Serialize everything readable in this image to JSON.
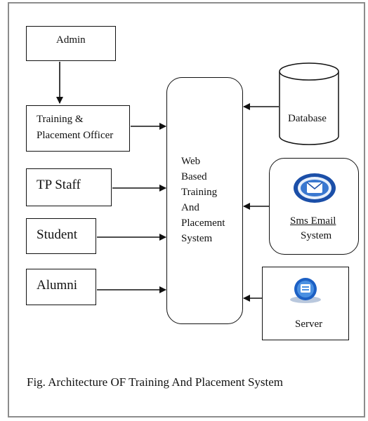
{
  "actors": {
    "admin": "Admin",
    "tpo_line1": "Training &",
    "tpo_line2": "Placement Officer",
    "tp_staff": "TP Staff",
    "student": "Student",
    "alumni": "Alumni"
  },
  "system": {
    "line1": "Web",
    "line2": "Based",
    "line3": "Training",
    "line4": "And",
    "line5": "Placement",
    "line6": "System"
  },
  "services": {
    "database": "Database",
    "sms_line1": "Sms Email",
    "sms_line2": "System",
    "server": "Server"
  },
  "caption": "Fig. Architecture OF Training And Placement System"
}
